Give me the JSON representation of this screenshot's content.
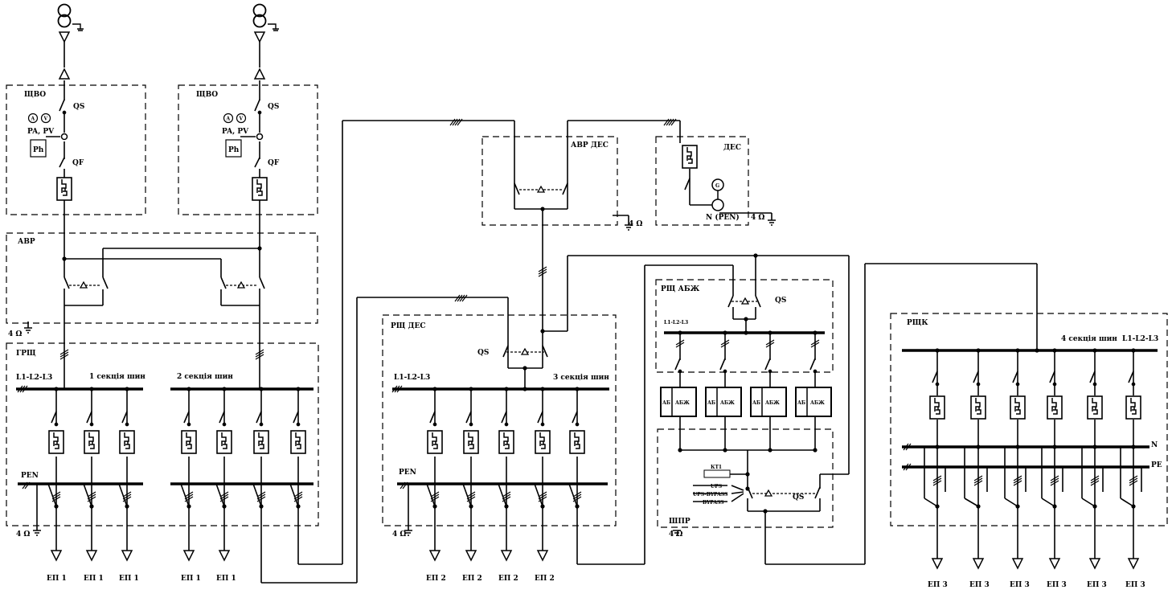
{
  "labels": {
    "shvo": "ЩВО",
    "qs": "QS",
    "qf": "QF",
    "papv": "PA, PV",
    "ph": "Ph",
    "a": "A",
    "v": "V",
    "avr": "АВР",
    "grp": "ГРЩ",
    "l123": "L1-L2-L3",
    "sec1": "1 секція шин",
    "sec2": "2 секція шин",
    "sec3": "3 секція шин",
    "sec4": "4 секція шин",
    "pen": "PEN",
    "ground": "4 Ω",
    "avr_des": "АВР ДЕС",
    "des": "ДЕС",
    "npen": "N (PEN)",
    "g": "G",
    "rsh_des": "РЩ ДЕС",
    "rsh_abzh": "РЩ АБЖ",
    "abzh": "АБЖ",
    "ab": "АБ",
    "shpr": "ШПР",
    "kt1": "КТ1",
    "ups": "UPS",
    "ups_bypass": "UPS-BYPASS",
    "bypass": "BYPASS",
    "rshk": "РЩК",
    "n": "N",
    "pe": "PE",
    "ep1": "ЕП 1",
    "ep2": "ЕП 2",
    "ep3": "ЕП 3"
  },
  "colors": {
    "line": "#000000",
    "dash": "#000000",
    "background": "#ffffff"
  }
}
